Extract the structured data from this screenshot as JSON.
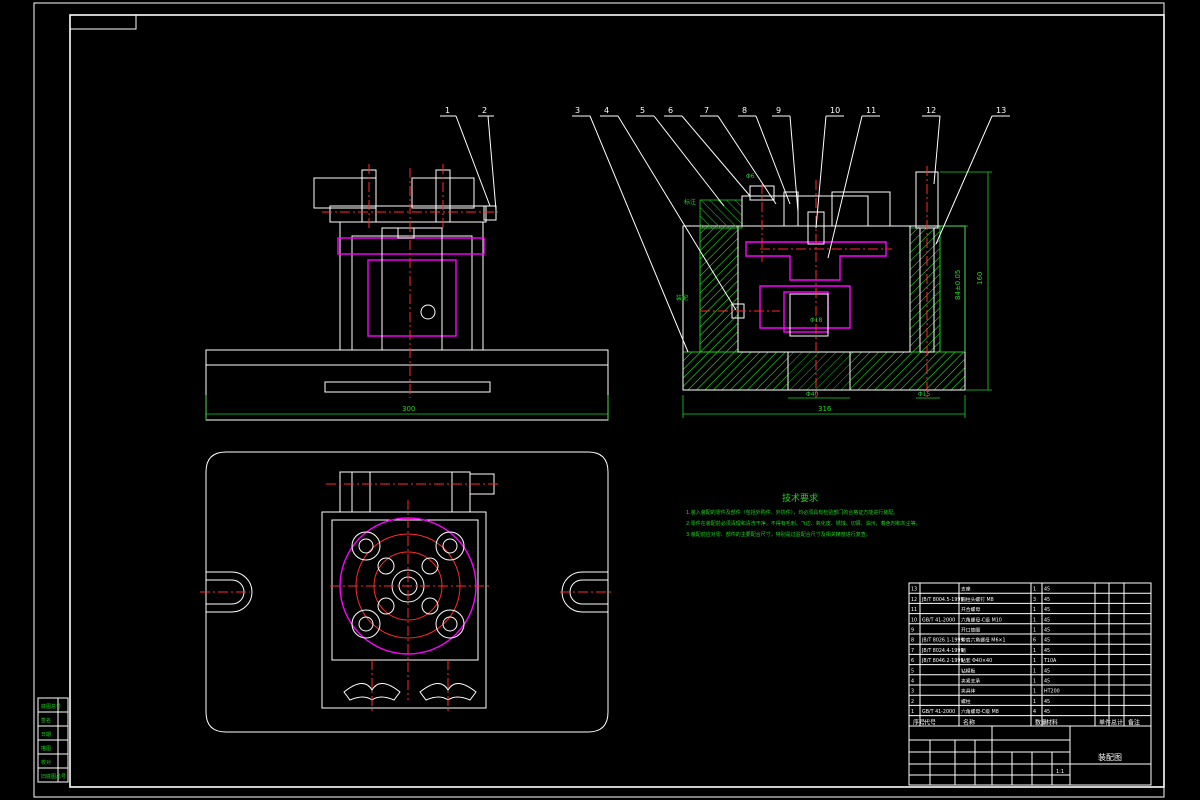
{
  "balloons": [
    "1",
    "2",
    "3",
    "4",
    "5",
    "6",
    "7",
    "8",
    "9",
    "10",
    "11",
    "12",
    "13"
  ],
  "dims": {
    "front_width": "300",
    "section_width": "316",
    "height_total": "160",
    "height_inner": "84±0.05",
    "bore_dia": "Φ40",
    "small_dia": "Φ15",
    "center_dia": "Φ18",
    "label_a": "标注",
    "label_b": "装配",
    "label_c": "Φ6"
  },
  "tech_req": {
    "title": "技术要求",
    "lines": [
      "1.装入装配的零件及部件（包括外购件、外协件），均必须具有检验部门的合格证方能进行装配。",
      "2.零件在装配前必须清理和清洗干净，不得有毛刺、飞边、氧化皮、锈蚀、切屑、油污、着色剂和灰尘等。",
      "3.装配前应对零、部件的主要配合尺寸，特别是过盈配合尺寸及相关精度进行复查。"
    ]
  },
  "bom": {
    "header": [
      "序号",
      "代号",
      "名称",
      "数量",
      "材料",
      "单件",
      "总计",
      "备注"
    ],
    "rows": [
      [
        "13",
        "",
        "支座",
        "1",
        "45",
        "",
        "",
        ""
      ],
      [
        "12",
        "JB/T 8004.5-1999",
        "圆柱头螺钉 M8",
        "3",
        "45",
        "",
        "",
        ""
      ],
      [
        "11",
        "",
        "开合螺母",
        "1",
        "45",
        "",
        "",
        ""
      ],
      [
        "10",
        "GB/T 41-2000",
        "六角螺母-C级 M10",
        "1",
        "45",
        "",
        "",
        ""
      ],
      [
        "9",
        "",
        "开口垫圈",
        "1",
        "45",
        "",
        "",
        ""
      ],
      [
        "8",
        "JB/T 8026.1-1999",
        "带肩六角螺母 M6×1",
        "6",
        "45",
        "",
        "",
        ""
      ],
      [
        "7",
        "JB/T 8024.4-1999",
        "销",
        "1",
        "45",
        "",
        "",
        ""
      ],
      [
        "6",
        "JB/T 8046.2-1999",
        "钻套 Φ40×40",
        "1",
        "T10A",
        "",
        "",
        "",
        ""
      ],
      [
        "5",
        "",
        "钻模板",
        "1",
        "45",
        "",
        "",
        ""
      ],
      [
        "4",
        "",
        "夹紧支承",
        "1",
        "45",
        "",
        "",
        ""
      ],
      [
        "3",
        "",
        "夹具体",
        "1",
        "HT200",
        "",
        "",
        ""
      ],
      [
        "2",
        "",
        "螺柱",
        "1",
        "45",
        "",
        "",
        ""
      ],
      [
        "1",
        "GB/T 41-2000",
        "六角螺母-C级 M8",
        "4",
        "45",
        "",
        "",
        ""
      ]
    ],
    "title_box": "装配图",
    "scale": "1:1"
  },
  "left_strip": [
    "底图总号",
    "签名",
    "日期",
    "描图",
    "校对",
    "旧底图总号"
  ]
}
